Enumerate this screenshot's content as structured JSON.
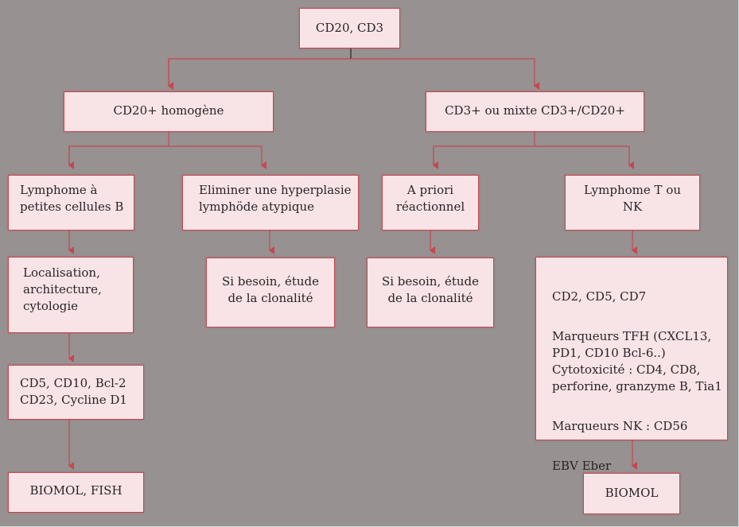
{
  "colors": {
    "background": "#979191",
    "box_fill": "#f8e4e6",
    "box_border": "#c9454f",
    "connector": "#c9454f",
    "text": "#2a2326"
  },
  "nodes": {
    "root": "CD20, CD3",
    "cd20_homogene": "CD20+ homogène",
    "cd3_mixte": "CD3+ ou mixte CD3+/CD20+",
    "lymphome_petites": "Lymphome à\npetites cellules B",
    "eliminer_hyperplasie": "Eliminer une hyperplasie\nlymphöde atypique",
    "a_priori": "A priori\nréactionnel",
    "lymphome_t_nk": "Lymphome T ou\nNK",
    "localisation": "Localisation,\narchitecture,\ncytologie",
    "clonalite_1": "Si besoin, étude\nde la clonalité",
    "clonalite_2": "Si besoin, étude\nde la clonalité",
    "markers_b": "CD5, CD10, Bcl-2\nCD23, Cycline D1",
    "markers_t": {
      "line1": "CD2, CD5, CD7",
      "line2": "Marqueurs TFH (CXCL13,\nPD1, CD10 Bcl-6..)\nCytotoxicité : CD4, CD8,\nperforine, granzyme B, Tia1",
      "line3": "Marqueurs NK : CD56",
      "line4": "EBV Eber"
    },
    "biomol_fish": "BIOMOL, FISH",
    "biomol": "BIOMOL"
  }
}
